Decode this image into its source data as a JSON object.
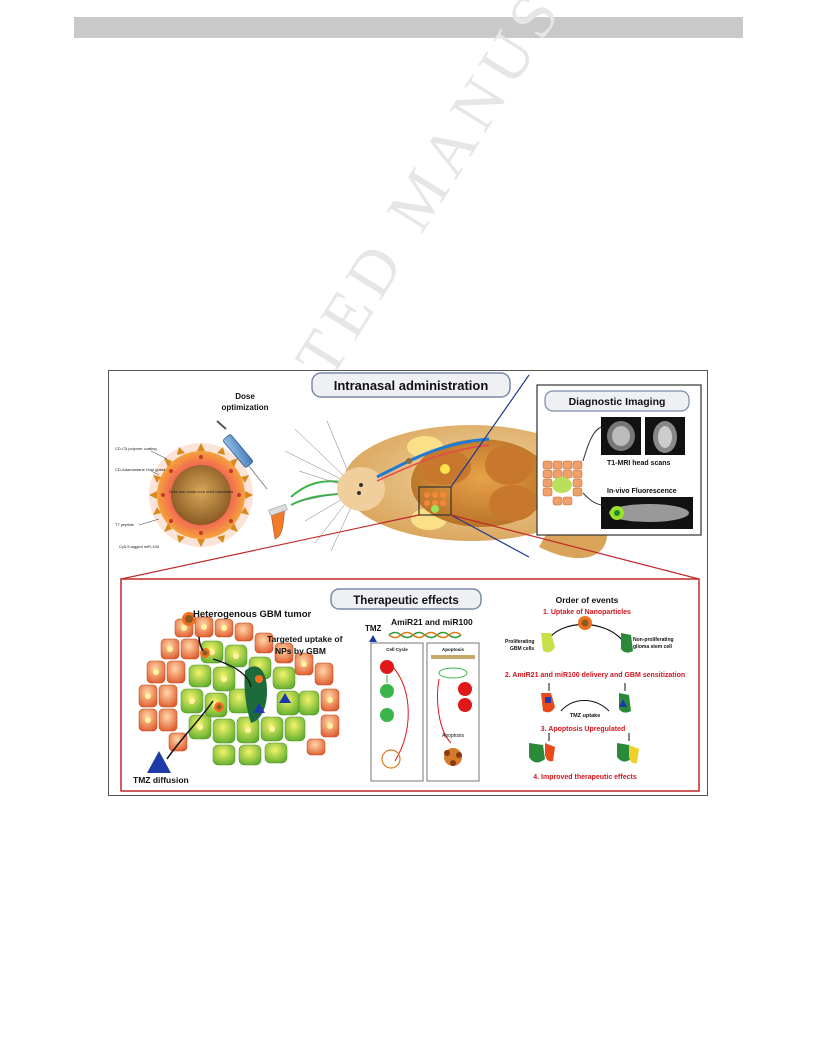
{
  "watermark": "ACCEPTED MANUSCRIPT",
  "figure": {
    "intranasal_title": "Intranasal administration",
    "dose_label": "Dose\noptimization",
    "diagnostic_title": "Diagnostic Imaging",
    "t1_label": "T1-MRI head scans",
    "invivo_label": "In-vivo Fluorescence",
    "np_labels": {
      "coating": "CD-C5 polymer coating",
      "adamantane": "CD-Adamantane Host guest",
      "t7": "T7 peptide",
      "cy55": "Cy5.5 tagged miR-100",
      "core": "Gold-Iron oxide core shell nanostars"
    },
    "therapeutic_title": "Therapeutic effects",
    "tumor_title": "Heterogenous GBM tumor",
    "targeted_label": "Targeted uptake of\nNPs by GBM",
    "tmz_diffusion": "TMZ diffusion",
    "tmz": "TMZ",
    "amir_label": "AmiR21 and miR100",
    "cell_cycle": "Cell Cycle",
    "apoptosis_box": "Apoptosis",
    "apoptosis_label": "Apoptosis",
    "order_title": "Order of events",
    "steps": [
      "1. Uptake of Nanoparticles",
      "2.  AmiR21 and miR100 delivery and GBM sensitization",
      "3. Apoptosis Upregulated",
      "4. Improved therapeutic effects"
    ],
    "proliferating": "Proliferating\nGBM cells",
    "nonproliferating": "Non-proliferating\nglioma stem cell",
    "tmz_uptake": "TMZ uptake"
  }
}
